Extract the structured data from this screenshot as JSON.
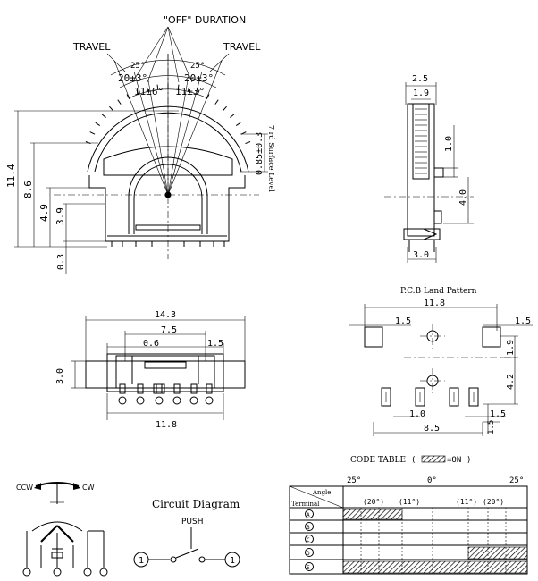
{
  "top_view": {
    "off_duration_label": "\"OFF\" DURATION",
    "travel_left": "TRAVEL",
    "travel_right": "TRAVEL",
    "angle_left": "25°",
    "angle_right": "25°",
    "tol_left_outer": "20±3°",
    "tol_right_outer": "20±3°",
    "tol_left_inner": "11±6°",
    "tol_right_inner": "11±3°",
    "height_total": "11.4",
    "height_mid": "8.6",
    "height_low": "4.9",
    "height_base": "3.9",
    "base_offset": "0.3",
    "tooth_height": "0.85±0.3",
    "vertical_label": "7 rd Surface Level"
  },
  "side_view": {
    "width_top": "2.5",
    "width_inner": "1.9",
    "height_a": "1.0",
    "height_b": "4.0",
    "width_bottom": "3.0"
  },
  "bottom_view": {
    "width_total": "14.3",
    "width_mid": "7.5",
    "pitch": "0.6",
    "pad": "1.5",
    "height": "3.0",
    "width_base": "11.8"
  },
  "pcb": {
    "title": "P.C.B Land Pattern",
    "width_total": "11.8",
    "pad_left": "1.5",
    "pad_right": "1.5",
    "hole_spacing_v": "1.9",
    "hole_spacing_v2": "4.2",
    "pitch": "1.0",
    "pad_bottom": "1.5",
    "span": "8.5",
    "pad_height": "1.5"
  },
  "circuit": {
    "title": "Circuit Diagram",
    "push_label": "PUSH",
    "ccw": "CCW",
    "cw": "CW",
    "term1": "1",
    "term2": "1"
  },
  "code_table": {
    "title": "CODE TABLE",
    "legend": "=ON",
    "angle_top": "25°",
    "angle_mid": "0°",
    "angle_right": "25°",
    "header_angle": "Angle",
    "header_terminal": "Terminal",
    "sub20_left": "(20°)",
    "sub11_left": "(11°)",
    "sub11_right": "(11°)",
    "sub20_right": "(20°)",
    "terminals": [
      "A",
      "B",
      "C",
      "D",
      "E"
    ]
  }
}
